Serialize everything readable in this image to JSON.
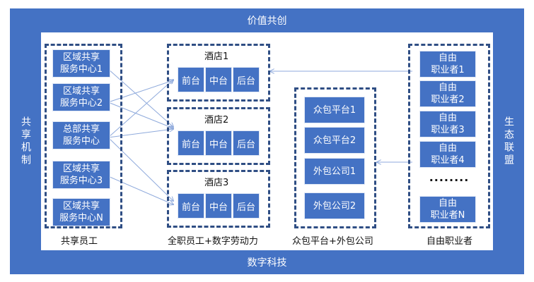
{
  "bands": {
    "top": "价值共创",
    "bottom": "数字科技",
    "left": "共享机制",
    "right": "生态联盟"
  },
  "shared_staff": {
    "label": "共享员工",
    "centers": [
      {
        "line1": "区域共享",
        "line2": "服务中心1"
      },
      {
        "line1": "区域共享",
        "line2": "服务中心2"
      },
      {
        "line1": "总部共享",
        "line2": "服务中心"
      },
      {
        "line1": "区域共享",
        "line2": "服务中心3"
      },
      {
        "line1": "区域共享",
        "line2": "服务中心N"
      }
    ]
  },
  "hotels": {
    "label": "全职员工+数字劳动力",
    "items": [
      {
        "name": "酒店1",
        "front": "前台",
        "middle": "中台",
        "back": "后台"
      },
      {
        "name": "酒店2",
        "front": "前台",
        "middle": "中台",
        "back": "后台"
      },
      {
        "name": "酒店3",
        "front": "前台",
        "middle": "中台",
        "back": "后台"
      }
    ]
  },
  "crowd": {
    "label": "众包平台+外包公司",
    "items": [
      "众包平台1",
      "众包平台2",
      "外包公司1",
      "外包公司2"
    ]
  },
  "freelancers": {
    "label": "自由职业者",
    "items": [
      {
        "line1": "自由",
        "line2": "职业者1"
      },
      {
        "line1": "自由",
        "line2": "职业者2"
      },
      {
        "line1": "自由",
        "line2": "职业者3"
      },
      {
        "line1": "自由",
        "line2": "职业者4"
      },
      {
        "line1": "自由",
        "line2": "职业者N"
      }
    ],
    "ellipsis": "········"
  }
}
